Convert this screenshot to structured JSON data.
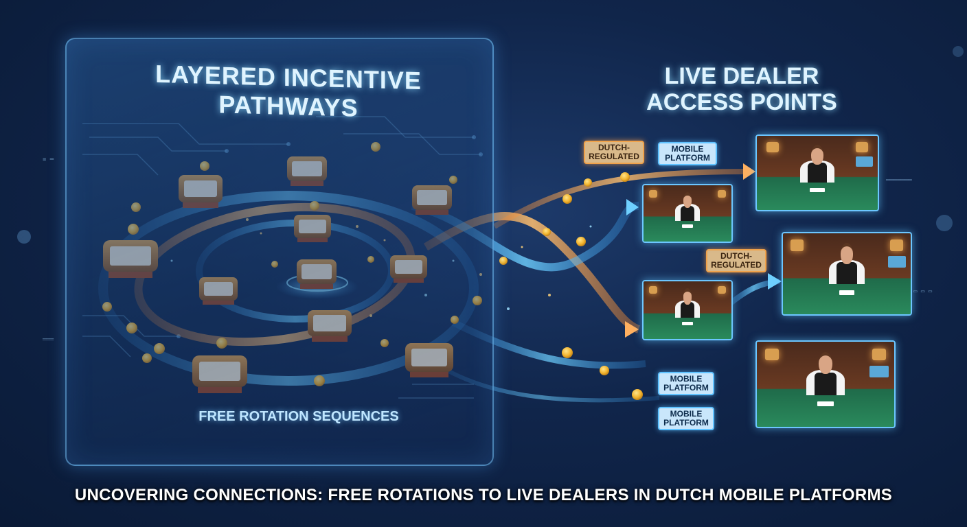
{
  "panel": {
    "title": "LAYERED INCENTIVE PATHWAYS",
    "subtitle": "FREE ROTATION SEQUENCES"
  },
  "right": {
    "title_line1": "LIVE DEALER",
    "title_line2": "ACCESS POINTS"
  },
  "badges": {
    "dutch_1": "DUTCH-\nREGULATED",
    "mobile_1": "MOBILE\nPLATFORM",
    "dutch_2": "DUTCH-\nREGULATED",
    "mobile_2": "MOBILE\nPLATFORM",
    "mobile_3": "MOBILE\nPLATFORM"
  },
  "footer": "UNCOVERING CONNECTIONS: FREE ROTATIONS TO LIVE DEALERS IN DUTCH MOBILE PLATFORMS",
  "colors": {
    "background": "#10254a",
    "blue_stream": "#4fb8ff",
    "orange_stream": "#ff9a3c",
    "coin": "#f2b42e",
    "dutch_badge": "#d9b98a",
    "mobile_badge": "#c9e6fb"
  },
  "icons": [
    "slot-machine-icon",
    "coin-icon",
    "arrow-icon",
    "dealer-feed-icon"
  ]
}
